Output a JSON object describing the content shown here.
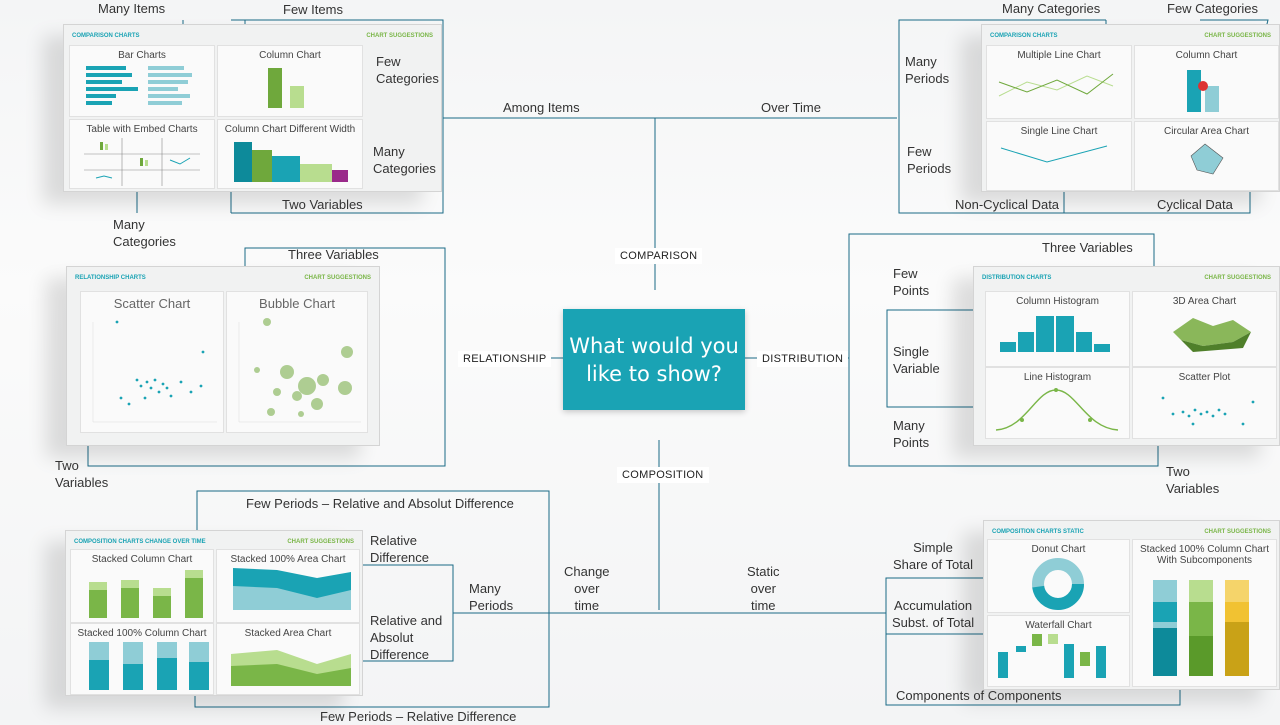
{
  "center": {
    "title": "What would you like to show?"
  },
  "categories": {
    "comparison": "COMPARISON",
    "relationship": "RELATIONSHIP",
    "distribution": "DISTRIBUTION",
    "composition": "COMPOSITION"
  },
  "labels": {
    "among_items": "Among Items",
    "over_time": "Over Time",
    "many_items": "Many Items",
    "few_items": "Few Items",
    "few_categories_1": "Few",
    "few_categories_2": "Categories",
    "many_categories_1": "Many",
    "many_categories_2": "Categories",
    "two_variables": "Two Variables",
    "many_categories_b1": "Many",
    "many_categories_b2": "Categories",
    "many_categories_top": "Many Categories",
    "few_categories_top": "Few Categories",
    "many_periods_1": "Many",
    "many_periods_2": "Periods",
    "few_periods_1": "Few",
    "few_periods_2": "Periods",
    "non_cyclical": "Non-Cyclical Data",
    "cyclical": "Cyclical Data",
    "three_variables_rel": "Three Variables",
    "two_variables_rel_1": "Two",
    "two_variables_rel_2": "Variables",
    "three_variables_dist": "Three Variables",
    "few_points_1": "Few",
    "few_points_2": "Points",
    "single_variable_1": "Single",
    "single_variable_2": "Variable",
    "many_points_1": "Many",
    "many_points_2": "Points",
    "two_variables_dist_1": "Two",
    "two_variables_dist_2": "Variables",
    "few_periods_rel_abs": "Few Periods – Relative and Absolut Difference",
    "few_periods_rel": "Few Periods – Relative Difference",
    "relative_diff_1": "Relative",
    "relative_diff_2": "Difference",
    "rel_abs_1": "Relative and",
    "rel_abs_2": "Absolut",
    "rel_abs_3": "Difference",
    "many_periods_c1": "Many",
    "many_periods_c2": "Periods",
    "change_over_time_1": "Change",
    "change_over_time_2": "over",
    "change_over_time_3": "time",
    "static_over_time_1": "Static",
    "static_over_time_2": "over",
    "static_over_time_3": "time",
    "simple_share_1": "Simple",
    "simple_share_2": "Share of Total",
    "accumulation_1": "Accumulation",
    "accumulation_2": "Subst. of Total",
    "components": "Components of Components"
  },
  "panels": {
    "comparison_left": {
      "header_left": "COMPARISON CHARTS",
      "header_right": "CHART SUGGESTIONS",
      "tiles": [
        "Bar Charts",
        "Column Chart",
        "Table with Embed Charts",
        "Column Chart Different Width"
      ]
    },
    "comparison_right": {
      "header_left": "COMPARISON CHARTS",
      "header_right": "CHART SUGGESTIONS",
      "tiles": [
        "Multiple Line Chart",
        "Column Chart",
        "Single Line Chart",
        "Circular Area Chart"
      ]
    },
    "relationship": {
      "header_left": "RELATIONSHIP CHARTS",
      "header_right": "CHART SUGGESTIONS",
      "tiles": [
        "Scatter Chart",
        "Bubble Chart"
      ]
    },
    "distribution": {
      "header_left": "DISTRIBUTION CHARTS",
      "header_right": "CHART SUGGESTIONS",
      "tiles": [
        "Column Histogram",
        "3D Area Chart",
        "Line Histogram",
        "Scatter Plot"
      ]
    },
    "composition_left": {
      "header_left": "COMPOSITION CHARTS CHANGE OVER TIME",
      "header_right": "CHART SUGGESTIONS",
      "tiles": [
        "Stacked Column Chart",
        "Stacked 100% Area Chart",
        "Stacked 100% Column Chart",
        "Stacked Area Chart"
      ]
    },
    "composition_right": {
      "header_left": "COMPOSITION CHARTS STATIC",
      "header_right": "CHART SUGGESTIONS",
      "tiles": [
        "Donut Chart",
        "Stacked 100% Column Chart With Subcomponents",
        "Waterfall Chart"
      ]
    }
  },
  "colors": {
    "teal": "#1aa3b4",
    "green": "#7ab648",
    "line": "#1a5c7a",
    "dot": "#0d4d63"
  }
}
